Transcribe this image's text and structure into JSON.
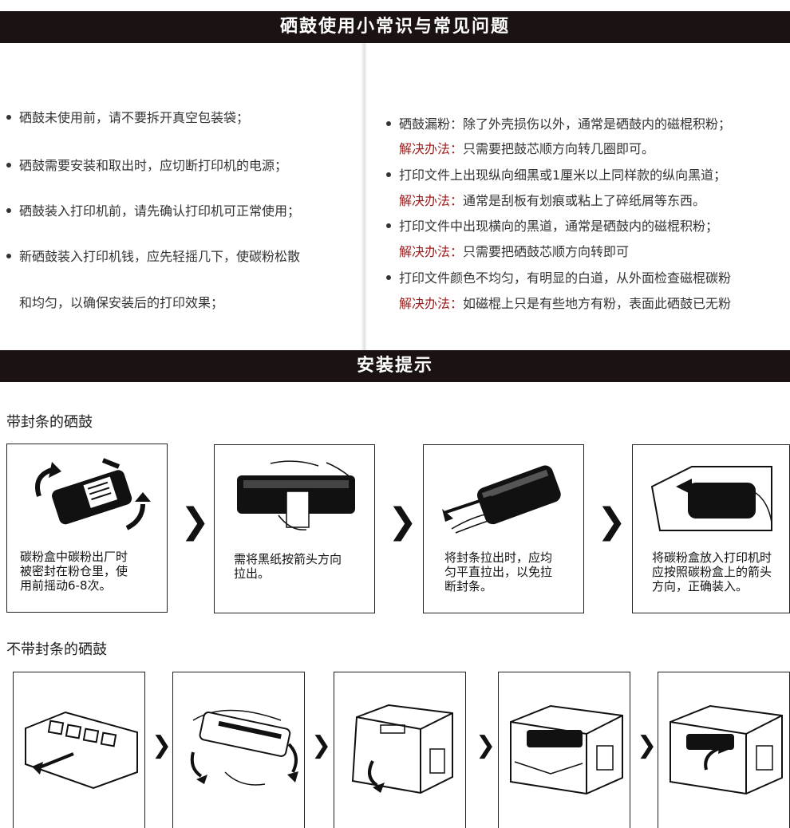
{
  "section1": {
    "title": "硒鼓使用小常识与常见问题",
    "left_items": [
      "硒鼓未使用前，请不要拆开真空包装袋；",
      "硒鼓需要安装和取出时，应切断打印机的电源；",
      "硒鼓装入打印机前，请先确认打印机可正常使用；",
      "新硒鼓装入打印机钱，应先轻摇几下，使碳粉松散",
      "和均匀，以确保安装后的打印效果；"
    ],
    "right_items": [
      {
        "problem": "硒鼓漏粉：除了外壳损伤以外，通常是硒鼓内的磁棍积粉；",
        "solution_label": "解决办法：",
        "solution": "只需要把鼓芯顺方向转几圈即可。"
      },
      {
        "problem": "打印文件上出现纵向细黑或1厘米以上同样款的纵向黑道；",
        "solution_label": "解决办法：",
        "solution": "通常是刮板有划痕或粘上了碎纸屑等东西。"
      },
      {
        "problem": "打印文件中出现横向的黑道，通常是硒鼓内的磁棍积粉；",
        "solution_label": "解决办法：",
        "solution": "只需要把硒鼓芯顺方向转即可"
      },
      {
        "problem": "打印文件颜色不均匀，有明显的白道，从外面检查磁棍碳粉",
        "solution_label": "解决办法：",
        "solution": "如磁棍上只是有些地方有粉，表面此硒鼓已无粉"
      }
    ]
  },
  "section2": {
    "title": "安装提示",
    "with_seal": {
      "heading": "带封条的硒鼓",
      "steps": [
        "碳粉盒中碳粉出厂时被密封在粉仓里，使用前摇动6-8次。",
        "需将黑纸按箭头方向拉出。",
        "将封条拉出时，应均匀平直拉出，以免拉断封条。",
        "将碳粉盒放入打印机时应按照碳粉盒上的箭头方向，正确装入。"
      ],
      "step_lines": [
        [
          "碳粉盒中碳粉出厂时",
          "被密封在粉仓里，使",
          "用前摇动6-8次。"
        ],
        [
          "需将黑纸按箭头方向",
          "拉出。"
        ],
        [
          "将封条拉出时，应均",
          "匀平直拉出，以免拉",
          "断封条。"
        ],
        [
          "将碳粉盒放入打印机时",
          "应按照碳粉盒上的箭头",
          "方向，正确装入。"
        ]
      ]
    },
    "without_seal": {
      "heading": "不带封条的硒鼓"
    },
    "arrow_glyph": "❯"
  }
}
